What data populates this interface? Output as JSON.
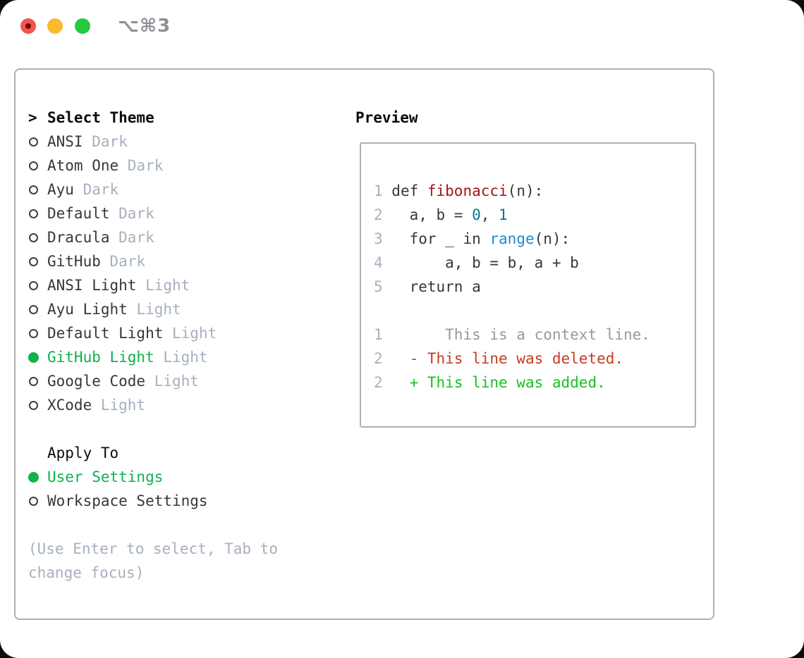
{
  "window": {
    "title": "⌥⌘3",
    "traffic_lights": [
      "close",
      "minimize",
      "zoom"
    ]
  },
  "theme_list": {
    "prompt_marker": ">",
    "header": "Select Theme",
    "items": [
      {
        "name": "ANSI",
        "variant": "Dark",
        "selected": false
      },
      {
        "name": "Atom One",
        "variant": "Dark",
        "selected": false
      },
      {
        "name": "Ayu",
        "variant": "Dark",
        "selected": false
      },
      {
        "name": "Default",
        "variant": "Dark",
        "selected": false
      },
      {
        "name": "Dracula",
        "variant": "Dark",
        "selected": false
      },
      {
        "name": "GitHub",
        "variant": "Dark",
        "selected": false
      },
      {
        "name": "ANSI Light",
        "variant": "Light",
        "selected": false
      },
      {
        "name": "Ayu Light",
        "variant": "Light",
        "selected": false
      },
      {
        "name": "Default Light",
        "variant": "Light",
        "selected": false
      },
      {
        "name": "GitHub Light",
        "variant": "Light",
        "selected": true
      },
      {
        "name": "Google Code",
        "variant": "Light",
        "selected": false
      },
      {
        "name": "XCode",
        "variant": "Light",
        "selected": false
      }
    ]
  },
  "apply_to": {
    "header": "Apply To",
    "options": [
      {
        "label": "User Settings",
        "selected": true
      },
      {
        "label": "Workspace Settings",
        "selected": false
      }
    ]
  },
  "hint": {
    "line1": "(Use Enter to select, Tab to",
    "line2": "change focus)"
  },
  "preview": {
    "header": "Preview",
    "code_lines": [
      {
        "num": "1",
        "segments": [
          {
            "t": "def ",
            "c": "fg"
          },
          {
            "t": "fibonacci",
            "c": "func"
          },
          {
            "t": "(n):",
            "c": "fg"
          }
        ]
      },
      {
        "num": "2",
        "segments": [
          {
            "t": "  a, b = ",
            "c": "fg"
          },
          {
            "t": "0",
            "c": "num"
          },
          {
            "t": ", ",
            "c": "fg"
          },
          {
            "t": "1",
            "c": "num"
          }
        ]
      },
      {
        "num": "3",
        "segments": [
          {
            "t": "  for _ in ",
            "c": "fg"
          },
          {
            "t": "range",
            "c": "builtin"
          },
          {
            "t": "(n):",
            "c": "fg"
          }
        ]
      },
      {
        "num": "4",
        "segments": [
          {
            "t": "      a, b = b, a + b",
            "c": "fg"
          }
        ]
      },
      {
        "num": "5",
        "segments": [
          {
            "t": "  return a",
            "c": "fg"
          }
        ]
      }
    ],
    "diff_lines": [
      {
        "num": "1",
        "segments": [
          {
            "t": "      This is a context line.",
            "c": "ctx"
          }
        ]
      },
      {
        "num": "2",
        "segments": [
          {
            "t": "  ",
            "c": "fg"
          },
          {
            "t": "- This line was deleted.",
            "c": "del"
          }
        ]
      },
      {
        "num": "2",
        "segments": [
          {
            "t": "  ",
            "c": "fg"
          },
          {
            "t": "+ This line was added.",
            "c": "add"
          }
        ]
      }
    ]
  },
  "colors": {
    "fg": "#33383e",
    "heading": "#0a0c0e",
    "muted": "#a6b0be",
    "ctx": "#939aa2",
    "lnum": "#a6b0be",
    "green": "#0fb14d",
    "add": "#17c122",
    "del": "#c43d20",
    "func": "#a31515",
    "builtin": "#1e8bd0",
    "numlit": "#0c7680",
    "border": "#a8b0ba",
    "tl-red": "#f2544e",
    "tl-red-dot": "#6b0a0a",
    "tl-yellow": "#fcbb2d",
    "tl-green": "#27c93f"
  }
}
